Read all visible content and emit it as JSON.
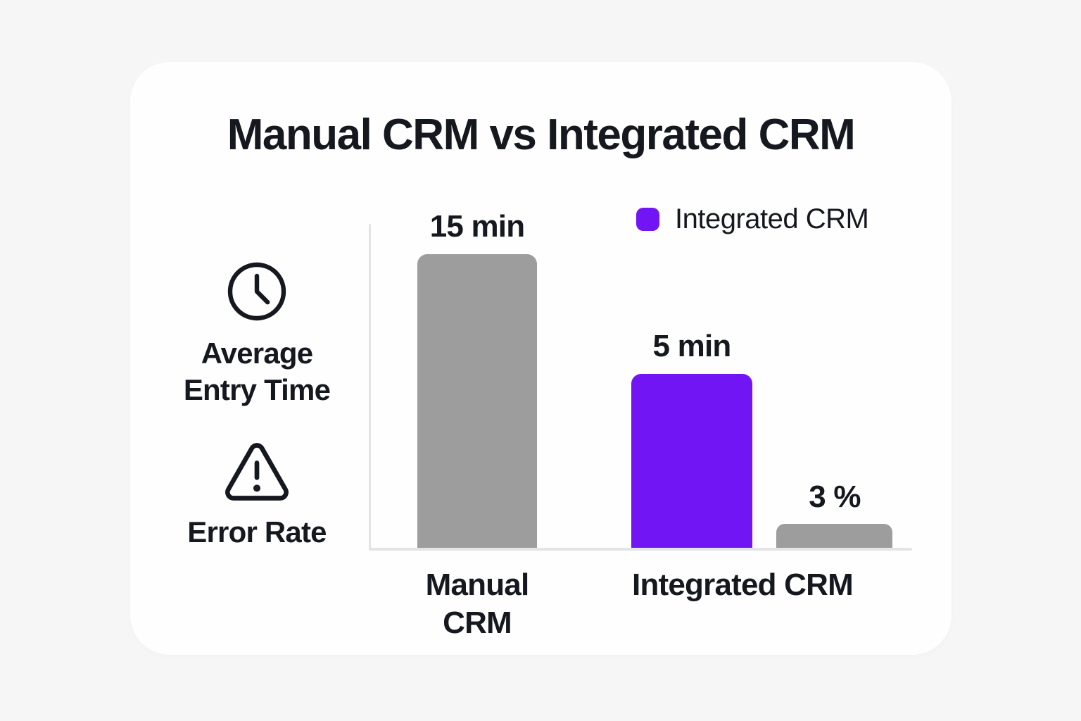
{
  "title": "Manual CRM vs Integrated CRM",
  "legend": {
    "label": "Integrated CRM",
    "swatch_color": "#7115f5"
  },
  "metrics": {
    "entry_time": {
      "icon": "clock-icon",
      "line1": "Average",
      "line2": "Entry Time"
    },
    "error_rate": {
      "icon": "warning-icon",
      "label": "Error Rate"
    }
  },
  "bars": {
    "manual_entry_time": {
      "value_label": "15 min",
      "value": 15,
      "unit": "min",
      "color": "#9d9d9d"
    },
    "integrated_entry_time": {
      "value_label": "5 min",
      "value": 5,
      "unit": "min",
      "color": "#7115f5"
    },
    "integrated_error_rate": {
      "value_label": "3 %",
      "value": 3,
      "unit": "%",
      "color": "#9d9d9d"
    }
  },
  "x_axis": {
    "manual_line1": "Manual",
    "manual_line2": "CRM",
    "integrated": "Integrated CRM"
  },
  "colors": {
    "text": "#15181e",
    "purple": "#7115f5",
    "gray_bar": "#9d9d9d",
    "axis_line": "#e3e4e6",
    "card_background": "#fefefe",
    "page_background": "#f6f6f7"
  },
  "chart_data": {
    "type": "bar",
    "title": "Manual CRM vs Integrated CRM",
    "metrics": [
      "Average Entry Time",
      "Error Rate"
    ],
    "categories": [
      "Manual CRM",
      "Integrated CRM"
    ],
    "series": [
      {
        "category": "Manual CRM",
        "metric": "Average Entry Time",
        "value": 15,
        "unit": "min",
        "label": "15 min",
        "color": "#9d9d9d"
      },
      {
        "category": "Integrated CRM",
        "metric": "Average Entry Time",
        "value": 5,
        "unit": "min",
        "label": "5 min",
        "color": "#7115f5"
      },
      {
        "category": "Integrated CRM",
        "metric": "Error Rate",
        "value": 3,
        "unit": "%",
        "label": "3 %",
        "color": "#9d9d9d"
      }
    ],
    "legend": [
      {
        "label": "Integrated CRM",
        "color": "#7115f5",
        "position": "top-right"
      }
    ],
    "axes": {
      "y_ticks": false,
      "grid": false,
      "baseline": true
    },
    "notes": "Data labels shown above each bar; bar heights not on a shared scale"
  }
}
